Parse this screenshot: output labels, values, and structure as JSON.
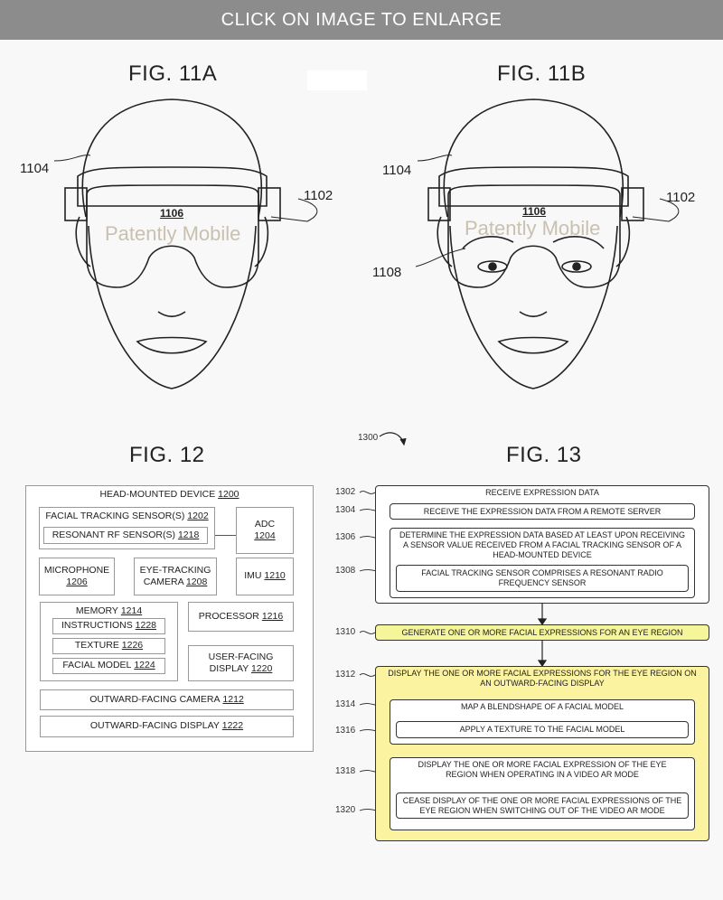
{
  "banner": {
    "text": "CLICK ON IMAGE TO ENLARGE"
  },
  "fig11a": {
    "title": "FIG. 11A",
    "refs": {
      "head": "1104",
      "band": "1102",
      "display": "1106"
    },
    "watermark": "Patently Mobile"
  },
  "fig11b": {
    "title": "FIG. 11B",
    "refs": {
      "head": "1104",
      "band": "1102",
      "display": "1106",
      "eyes": "1108"
    },
    "watermark": "Patently Mobile"
  },
  "fig12": {
    "title": "FIG. 12",
    "device": {
      "label": "HEAD-MOUNTED DEVICE",
      "num": "1200"
    },
    "facial_tracking": {
      "label": "FACIAL TRACKING SENSOR(S)",
      "num": "1202"
    },
    "resonant": {
      "label": "RESONANT RF SENSOR(S)",
      "num": "1218"
    },
    "adc": {
      "label": "ADC",
      "num": "1204"
    },
    "microphone": {
      "label": "MICROPHONE",
      "num": "1206"
    },
    "eye_camera": {
      "label": "EYE-TRACKING CAMERA",
      "num": "1208"
    },
    "imu": {
      "label": "IMU",
      "num": "1210"
    },
    "memory": {
      "label": "MEMORY",
      "num": "1214"
    },
    "instructions": {
      "label": "INSTRUCTIONS",
      "num": "1228"
    },
    "texture": {
      "label": "TEXTURE",
      "num": "1226"
    },
    "facial_model": {
      "label": "FACIAL MODEL",
      "num": "1224"
    },
    "processor": {
      "label": "PROCESSOR",
      "num": "1216"
    },
    "user_display": {
      "label": "USER-FACING DISPLAY",
      "num": "1220"
    },
    "out_camera": {
      "label": "OUTWARD-FACING CAMERA",
      "num": "1212"
    },
    "out_display": {
      "label": "OUTWARD-FACING DISPLAY",
      "num": "1222"
    }
  },
  "fig13": {
    "title": "FIG. 13",
    "ref": "1300",
    "steps": {
      "s1302": {
        "num": "1302",
        "text": "RECEIVE EXPRESSION DATA"
      },
      "s1304": {
        "num": "1304",
        "text": "RECEIVE THE EXPRESSION DATA FROM A REMOTE SERVER"
      },
      "s1306": {
        "num": "1306",
        "text": "DETERMINE THE EXPRESSION DATA BASED AT LEAST UPON RECEIVING A SENSOR VALUE RECEIVED FROM A FACIAL TRACKING SENSOR OF A HEAD-MOUNTED DEVICE"
      },
      "s1308": {
        "num": "1308",
        "text": "FACIAL TRACKING SENSOR COMPRISES A RESONANT RADIO FREQUENCY SENSOR"
      },
      "s1310": {
        "num": "1310",
        "text": "GENERATE ONE OR MORE FACIAL EXPRESSIONS FOR AN EYE REGION"
      },
      "s1312": {
        "num": "1312",
        "text": "DISPLAY THE ONE OR MORE FACIAL EXPRESSIONS FOR THE EYE REGION ON AN OUTWARD-FACING DISPLAY"
      },
      "s1314": {
        "num": "1314",
        "text": "MAP A BLENDSHAPE OF A FACIAL MODEL"
      },
      "s1316": {
        "num": "1316",
        "text": "APPLY A TEXTURE TO THE FACIAL MODEL"
      },
      "s1318": {
        "num": "1318",
        "text": "DISPLAY THE ONE OR MORE FACIAL EXPRESSION OF THE EYE REGION WHEN OPERATING IN A VIDEO AR MODE"
      },
      "s1320": {
        "num": "1320",
        "text": "CEASE DISPLAY OF THE ONE OR MORE FACIAL EXPRESSIONS OF THE EYE REGION WHEN SWITCHING OUT OF THE VIDEO AR MODE"
      }
    }
  }
}
